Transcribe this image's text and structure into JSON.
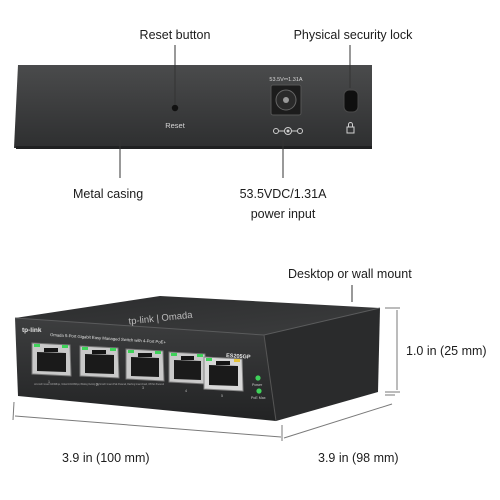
{
  "callouts": {
    "reset_button": "Reset button",
    "security_lock": "Physical security lock",
    "metal_casing": "Metal casing",
    "power_input_line1": "53.5VDC/1.31A",
    "power_input_line2": "power input",
    "mount": "Desktop or wall mount",
    "height": "1.0 in (25 mm)",
    "width": "3.9 in (100 mm)",
    "depth": "3.9 in (98 mm)"
  },
  "rear_panel": {
    "reset_text": "Reset",
    "rating_text": "53.5V⎓1.31A"
  },
  "front_panel": {
    "brand": "tp-link",
    "top_logo": "tp-link | Omada",
    "model_line": "Omada 5-Port Gigabit Easy Managed Switch with 4-Port PoE+",
    "model": "ES205GP",
    "port_numbers": [
      "1",
      "2",
      "3",
      "4",
      "5"
    ],
    "led_power": "Power",
    "led_poe": "PoE Max",
    "led_legend": "Link LED: Green=1000Mbps, Yellow=10/100Mbps; Blinking=Activity  Right LED: Green=PoE Powered, Flashing Green=Fault, Off=Not Powered"
  },
  "colors": {
    "casing_dark": "#3a3b3c",
    "casing_top": "#2f3031",
    "led_green": "#3fd25a",
    "led_yellow": "#e6c43a",
    "dimension_line": "#7a7a7a"
  }
}
